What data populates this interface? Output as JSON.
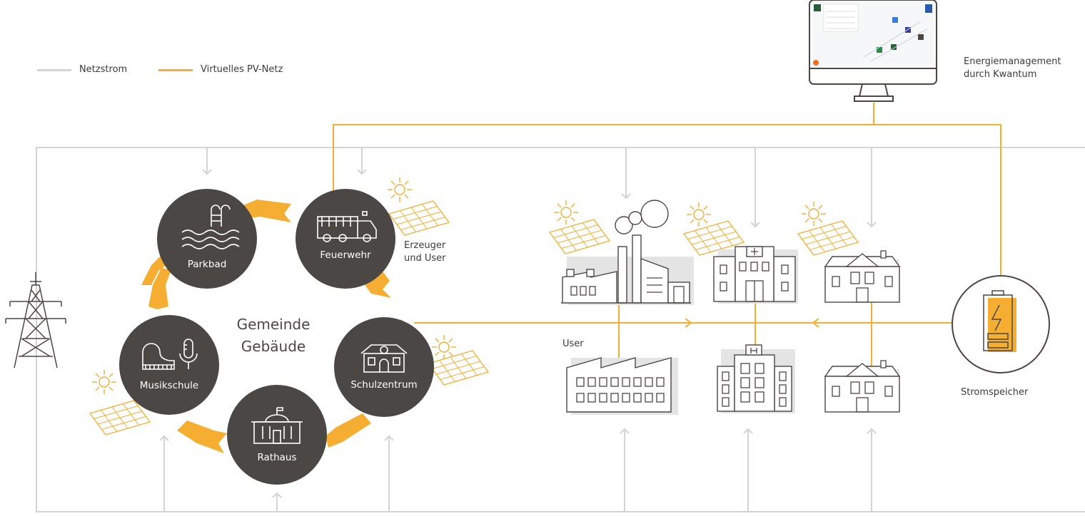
{
  "legend": {
    "grid_label": "Netzstrom",
    "pv_label": "Virtuelles PV-Netz"
  },
  "colors": {
    "grid": "#d4d4d4",
    "pv": "#f6ae32",
    "circle": "#4a4745",
    "building_fill": "#e4e4e4",
    "building_stroke": "#4a4745",
    "text": "#3b3b3b"
  },
  "monitor_label": "Energiemanagement\ndurch Kwantum",
  "center_label": {
    "line1": "Gemeinde",
    "line2": "Gebäude"
  },
  "buildings": {
    "parkbad": "Parkbad",
    "feuerwehr": "Feuerwehr",
    "schulzentrum": "Schulzentrum",
    "rathaus": "Rathaus",
    "musikschule": "Musikschule"
  },
  "producer_label": "Erzeuger\nund User",
  "user_label": "User",
  "storage_label": "Stromspeicher",
  "icons": [
    "power-pylon-icon",
    "solar-panel-icon",
    "sun-icon",
    "pool-ladder-icon",
    "fire-truck-icon",
    "school-icon",
    "town-hall-icon",
    "piano-icon",
    "microphone-icon",
    "battery-icon",
    "factory-icon",
    "hospital-icon",
    "house-icon",
    "office-building-icon",
    "monitor-icon"
  ]
}
